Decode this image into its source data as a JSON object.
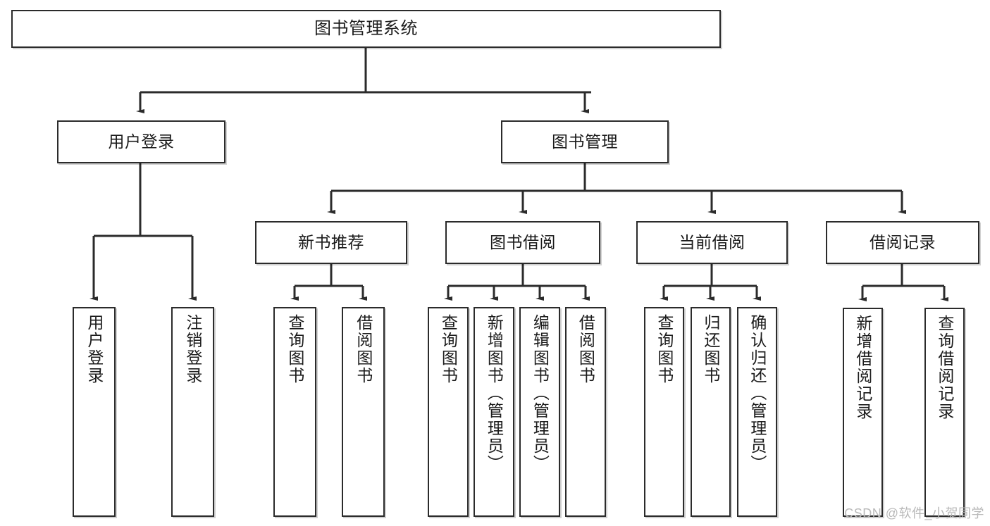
{
  "diagram": {
    "title": "图书管理系统",
    "root": {
      "label": "图书管理系统"
    },
    "level2": [
      {
        "label": "用户登录"
      },
      {
        "label": "图书管理"
      }
    ],
    "level3": [
      {
        "label": "新书推荐"
      },
      {
        "label": "图书借阅"
      },
      {
        "label": "当前借阅"
      },
      {
        "label": "借阅记录"
      }
    ],
    "leaves": {
      "user_login": [
        {
          "label": "用户登录"
        },
        {
          "label": "注销登录"
        }
      ],
      "new_book": [
        {
          "label": "查询图书"
        },
        {
          "label": "借阅图书"
        }
      ],
      "book_borrow": [
        {
          "label": "查询图书"
        },
        {
          "label": "新增图书（管理员）"
        },
        {
          "label": "编辑图书（管理员）"
        },
        {
          "label": "借阅图书"
        }
      ],
      "current_borrow": [
        {
          "label": "查询图书"
        },
        {
          "label": "归还图书"
        },
        {
          "label": "确认归还（管理员）"
        }
      ],
      "borrow_record": [
        {
          "label": "新增借阅记录"
        },
        {
          "label": "查询借阅记录"
        }
      ]
    }
  },
  "watermark": {
    "text": "CSDN @软件_小贺同学"
  },
  "colors": {
    "stroke": "#2b2b2b",
    "fill": "#ffffff",
    "text": "#1b1b1b",
    "watermark": "#b9b9b9"
  }
}
